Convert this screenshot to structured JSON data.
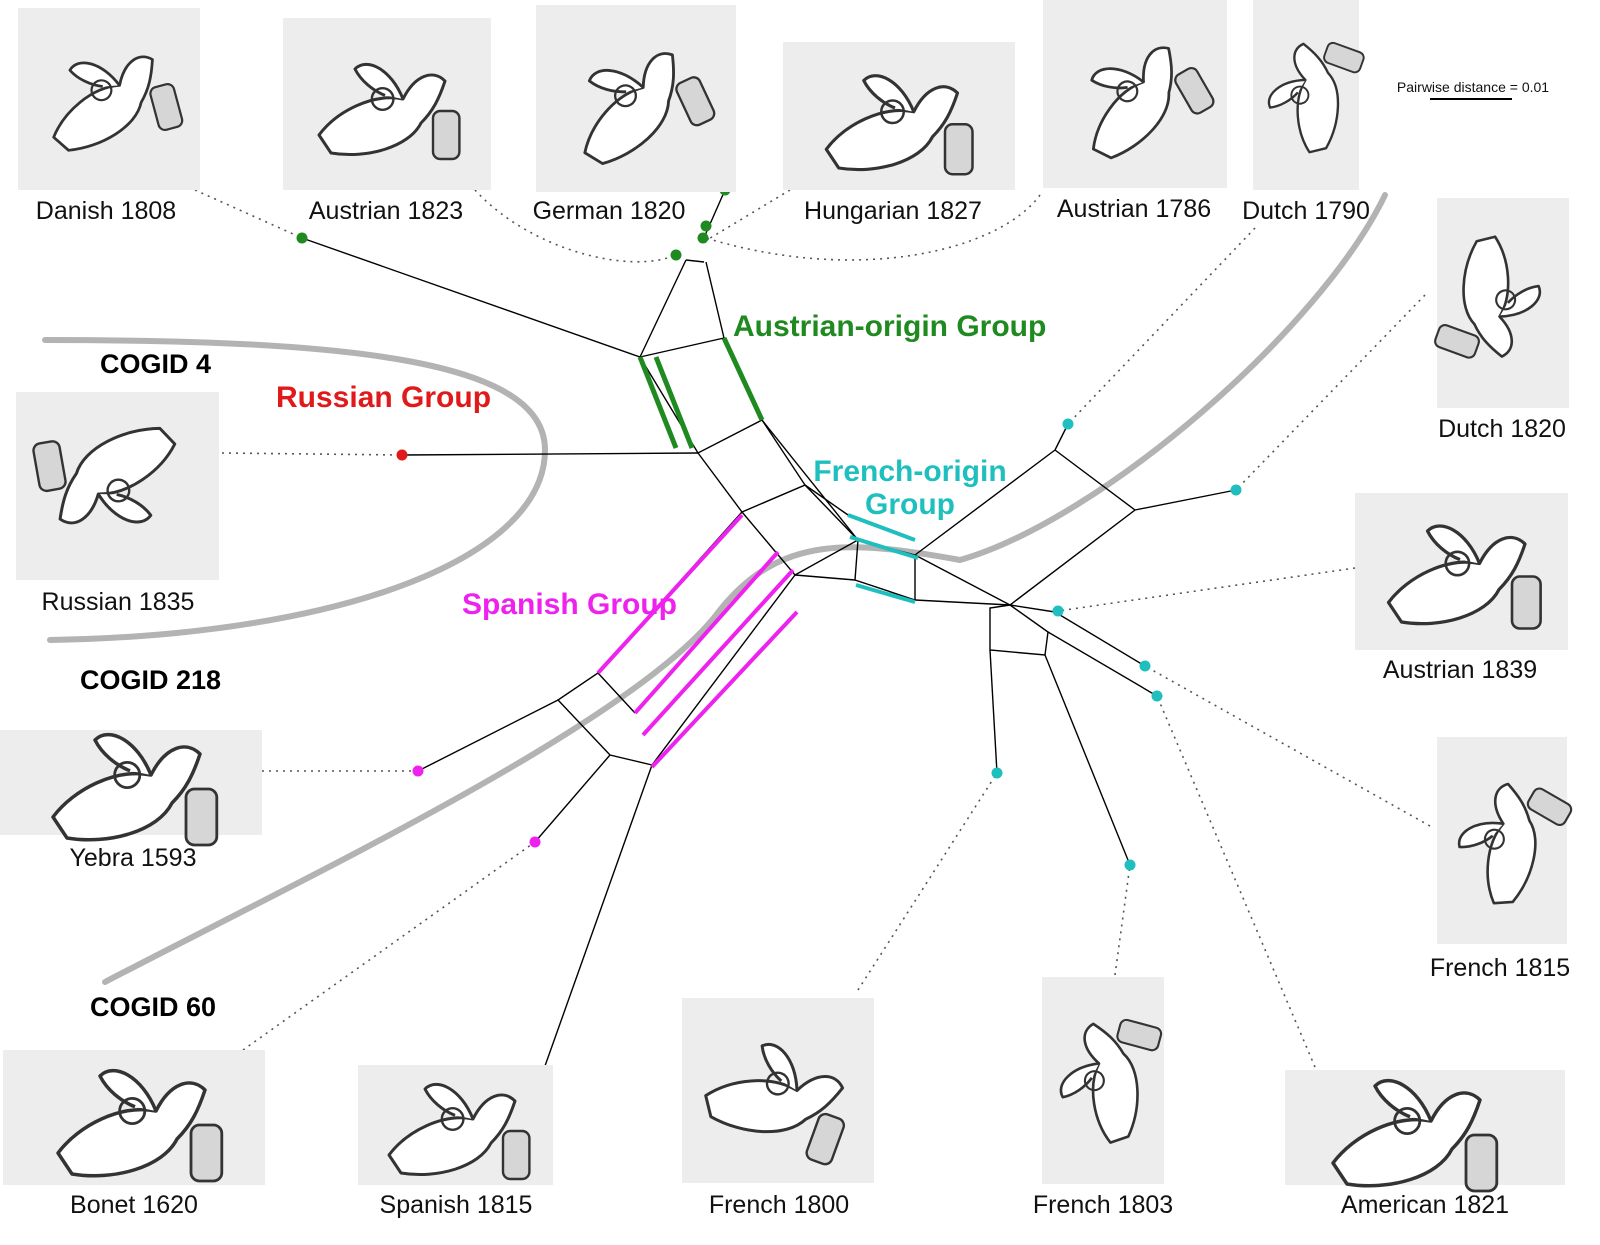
{
  "scale": {
    "label": "Pairwise distance = 0.01"
  },
  "colors": {
    "austrian": "#1f8a1f",
    "russian": "#e01a1a",
    "french": "#1fbfbf",
    "spanish": "#ee22ee",
    "boundary": "#b3b3b3",
    "network": "#000000"
  },
  "groups": {
    "austrian": "Austrian-origin Group",
    "russian": "Russian Group",
    "french_line1": "French-origin",
    "french_line2": "Group",
    "spanish": "Spanish Group"
  },
  "cogids": {
    "c4": "COGID 4",
    "c218": "COGID 218",
    "c60": "COGID 60"
  },
  "taxa": {
    "danish1808": "Danish 1808",
    "austrian1823": "Austrian 1823",
    "german1820": "German 1820",
    "hungarian1827": "Hungarian 1827",
    "austrian1786": "Austrian 1786",
    "dutch1790": "Dutch 1790",
    "dutch1820": "Dutch 1820",
    "austrian1839": "Austrian 1839",
    "french1815": "French 1815",
    "american1821": "American 1821",
    "french1803": "French 1803",
    "french1800": "French 1800",
    "spanish1815": "Spanish 1815",
    "bonet1620": "Bonet 1620",
    "yebra1593": "Yebra 1593",
    "russian1835": "Russian 1835"
  },
  "icons": {
    "hand": "hand-sign-illustration-icon"
  }
}
